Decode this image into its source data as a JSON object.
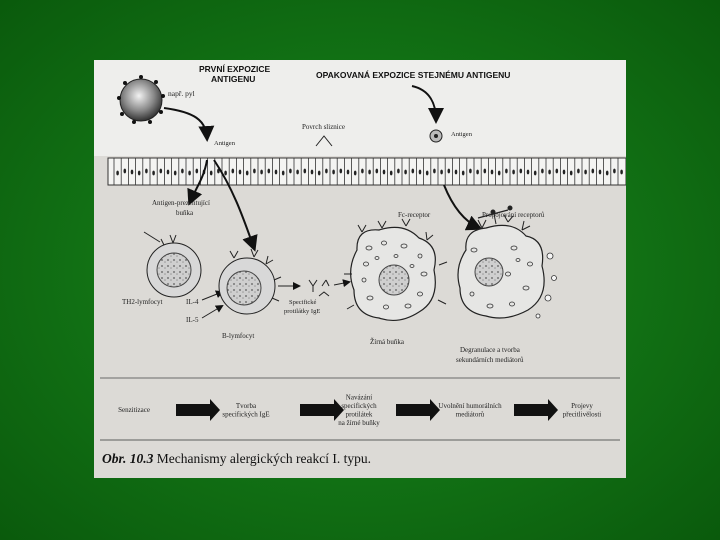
{
  "figure": {
    "header_first_line1": "PRVNÍ EXPOZICE",
    "header_first_line2": "ANTIGENU",
    "header_repeat": "OPAKOVANÁ EXPOZICE STEJNÉMU ANTIGENU",
    "pollen_label": "např. pyl",
    "antigen_left": "Antigen",
    "mucosa_surface": "Povrch sliznice",
    "antigen_right": "Antigen",
    "apc_label_line1": "Antigen-prezentující",
    "apc_label_line2": "buňka",
    "fc_receptor": "Fc-receptor",
    "bridging_receptors": "Propojování receptorů",
    "th2_label": "TH2-lymfocyt",
    "il4": "IL-4",
    "il5": "IL-5",
    "specific_ige_line1": "Specifické",
    "specific_ige_line2": "protilátky IgE",
    "b_lymphocyte": "B-lymfocyt",
    "mast_cell": "Žírná buňka",
    "degranulation_line1": "Degranulace a tvorba",
    "degranulation_line2": "sekundárních mediátorů",
    "flow": [
      {
        "lines": [
          "Senzitizace"
        ]
      },
      {
        "lines": [
          "Tvorba",
          "specifických IgE"
        ]
      },
      {
        "lines": [
          "Navázání",
          "specifických",
          "protilátek",
          "na žírné buňky"
        ]
      },
      {
        "lines": [
          "Uvolnění humorálních",
          "mediátorů"
        ]
      },
      {
        "lines": [
          "Projevy",
          "přecitlivělosti"
        ]
      }
    ],
    "caption_number": "Obr. 10.3",
    "caption_text": "Mechanismy alergických reakcí I. typu."
  },
  "colors": {
    "background_green": "#137516",
    "figure_paper": "#dcdad6",
    "ink": "#222222"
  }
}
